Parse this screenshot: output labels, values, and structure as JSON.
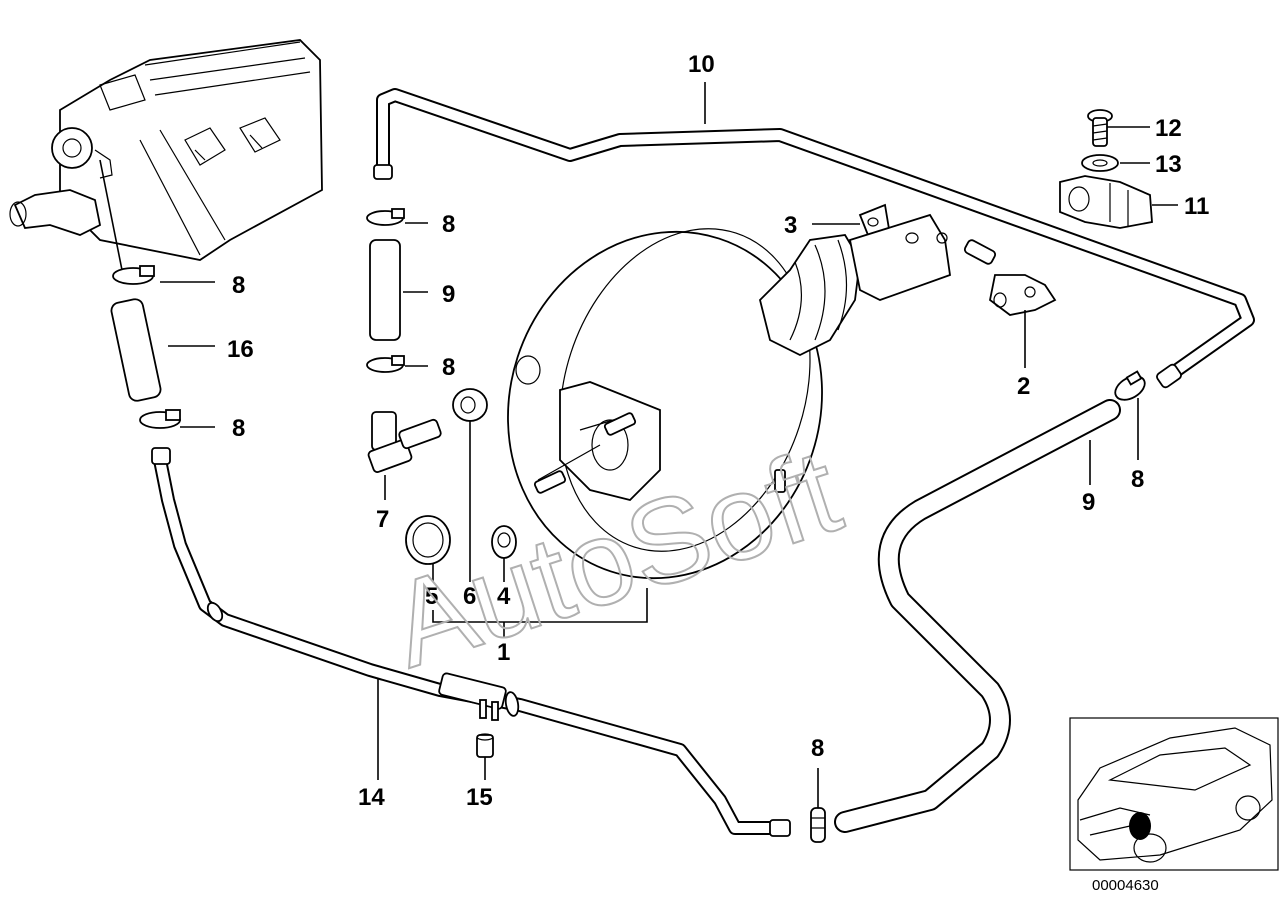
{
  "watermark": "AutoSoft",
  "diagram_code": "00004630",
  "callouts": {
    "c1": "1",
    "c2": "2",
    "c3": "3",
    "c4": "4",
    "c5": "5",
    "c6": "6",
    "c7": "7",
    "c8a": "8",
    "c8b": "8",
    "c8c": "8",
    "c8d": "8",
    "c8e": "8",
    "c8f": "8",
    "c9a": "9",
    "c9b": "9",
    "c10": "10",
    "c11": "11",
    "c12": "12",
    "c13": "13",
    "c14": "14",
    "c15": "15",
    "c16": "16"
  }
}
